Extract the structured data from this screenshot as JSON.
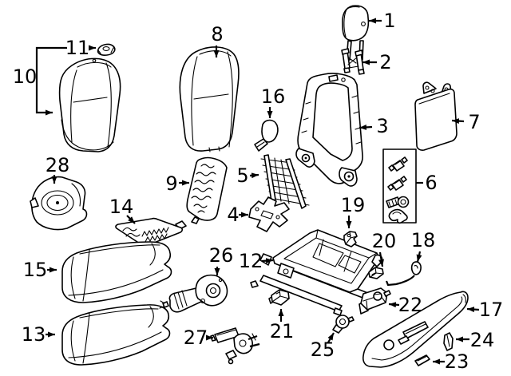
{
  "diagram": {
    "background_color": "#ffffff",
    "line_color": "#000000",
    "callouts": [
      {
        "label": "1"
      },
      {
        "label": "2"
      },
      {
        "label": "3"
      },
      {
        "label": "4"
      },
      {
        "label": "5"
      },
      {
        "label": "6"
      },
      {
        "label": "7"
      },
      {
        "label": "8"
      },
      {
        "label": "9"
      },
      {
        "label": "10"
      },
      {
        "label": "11"
      },
      {
        "label": "12"
      },
      {
        "label": "13"
      },
      {
        "label": "14"
      },
      {
        "label": "15"
      },
      {
        "label": "16"
      },
      {
        "label": "17"
      },
      {
        "label": "18"
      },
      {
        "label": "19"
      },
      {
        "label": "20"
      },
      {
        "label": "21"
      },
      {
        "label": "22"
      },
      {
        "label": "23"
      },
      {
        "label": "24"
      },
      {
        "label": "25"
      },
      {
        "label": "26"
      },
      {
        "label": "27"
      },
      {
        "label": "28"
      }
    ]
  }
}
